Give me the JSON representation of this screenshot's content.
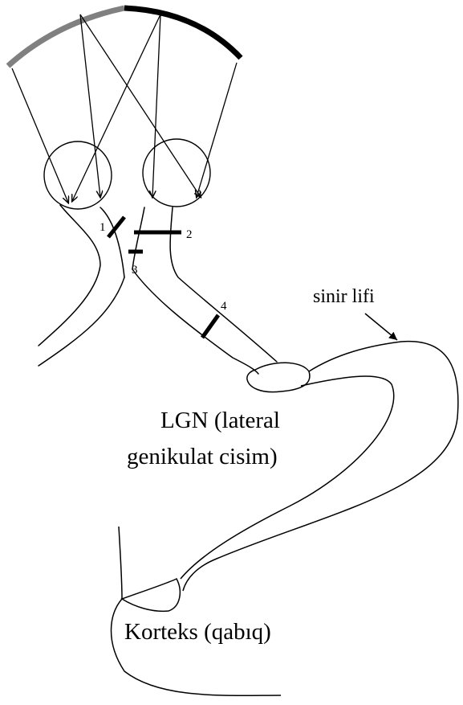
{
  "labels": {
    "cut_1": "1",
    "cut_2": "2",
    "cut_3": "3",
    "cut_4": "4",
    "nerve_fiber": "sinir lifi",
    "lgn_line1": "LGN (lateral",
    "lgn_line2": "genikulat cisim)",
    "cortex": "Korteks (qabıq)"
  },
  "colors": {
    "left_visual_field": "#808080",
    "right_visual_field": "#000000",
    "stroke": "#000000"
  },
  "icons": {
    "left_eye": "circle",
    "right_eye": "circle",
    "arrowheads": "arrow"
  }
}
